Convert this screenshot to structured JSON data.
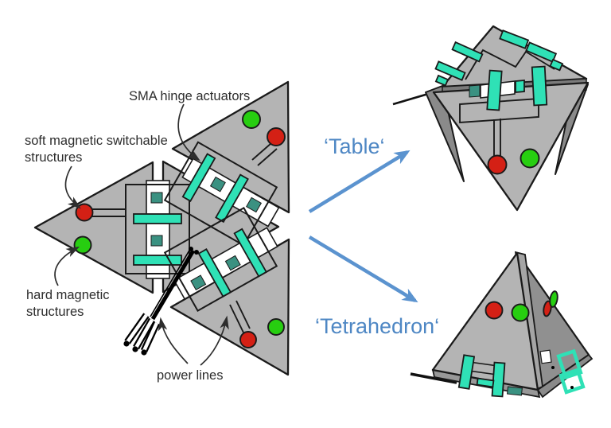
{
  "figure": {
    "labels": {
      "sma_hinge": "SMA hinge actuators",
      "soft_magnetic_line1": "soft magnetic switchable",
      "soft_magnetic_line2": "structures",
      "hard_magnetic_line1": "hard magnetic",
      "hard_magnetic_line2": "structures",
      "power_lines": "power lines"
    },
    "configurations": {
      "table": "‘Table‘",
      "tetrahedron": "‘Tetrahedron‘"
    },
    "palette": {
      "panel_gray": "#b4b4b4",
      "shaded_gray": "#8a8a8a",
      "band_gray": "#7b7b7b",
      "actuator_teal": "#2fe1b6",
      "hinge_dark_teal": "#3a9181",
      "soft_magnet_red": "#d42015",
      "hard_magnet_green": "#27ce10",
      "arrow_blue": "#5b93cf",
      "config_text_blue": "#4e87c4",
      "label_text": "#2d2d2d",
      "outline": "#1a1a1a",
      "background": "#ffffff"
    }
  }
}
